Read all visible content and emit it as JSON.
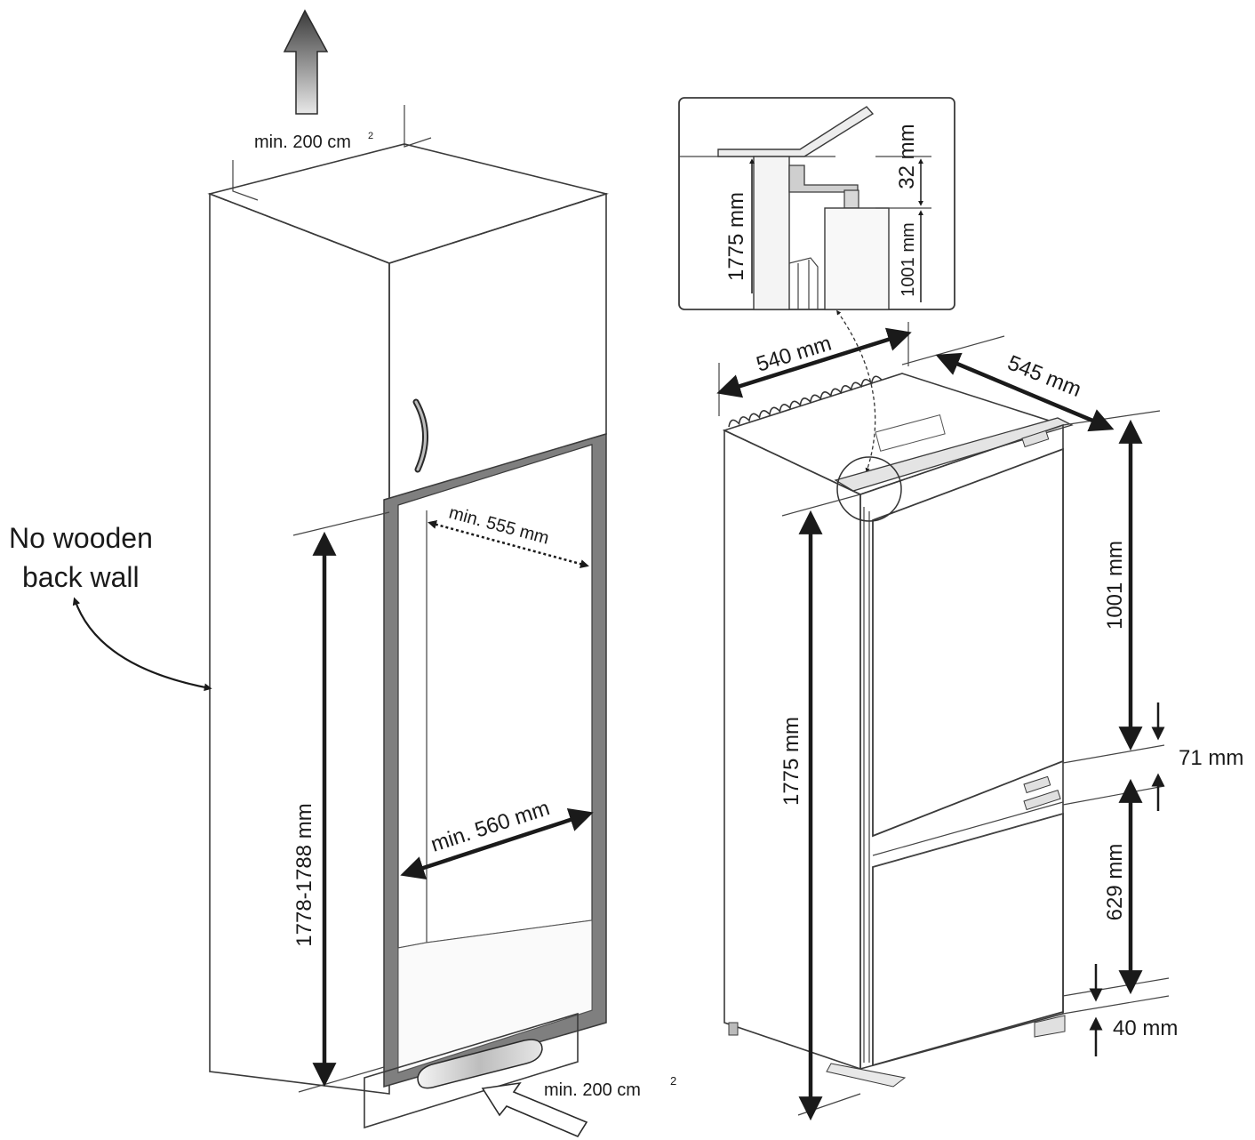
{
  "cabinet": {
    "vent_top_label": "min. 200 cm",
    "vent_top_sup": "2",
    "vent_bottom_label": "min. 200 cm",
    "vent_bottom_sup": "2",
    "depth_label": "min. 555 mm",
    "width_label": "min. 560 mm",
    "height_label": "1778-1788 mm",
    "note_line1": "No wooden",
    "note_line2": "back wall"
  },
  "detail": {
    "height_label": "1775 mm",
    "gap_label": "32 mm",
    "door_label": "1001 mm"
  },
  "fridge": {
    "width_label": "540 mm",
    "depth_label": "545 mm",
    "height_label": "1775 mm",
    "upper_door_label": "1001 mm",
    "gap_label": "71 mm",
    "lower_door_label": "629 mm",
    "bottom_label": "40 mm"
  },
  "colors": {
    "cabinet_side": "#ececec",
    "cabinet_door": "#8e8e8e",
    "plinth": "#7a7a7a",
    "line": "#1a1a1a"
  }
}
